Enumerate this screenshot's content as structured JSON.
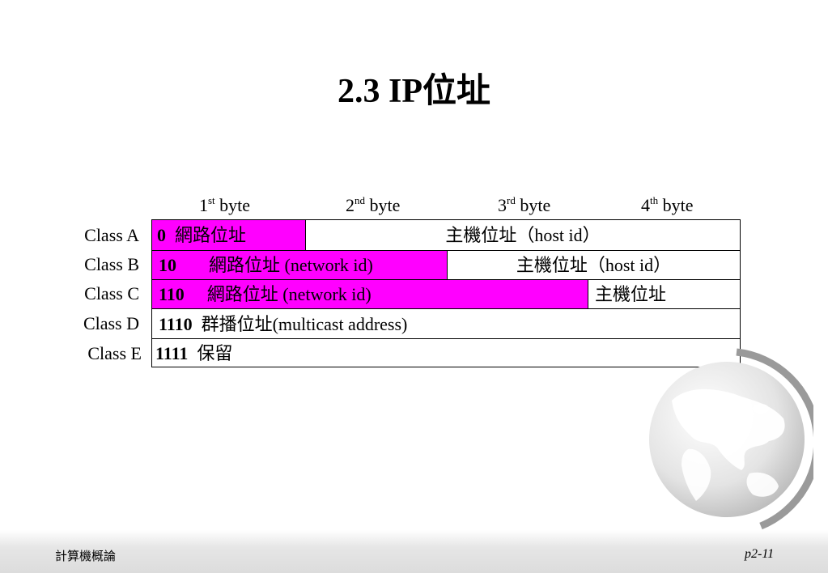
{
  "title": "2.3  IP位址",
  "byte_headers": [
    {
      "num": "1",
      "suffix": "st",
      "word": " byte"
    },
    {
      "num": "2",
      "suffix": "nd",
      "word": " byte"
    },
    {
      "num": "3",
      "suffix": "rd",
      "word": " byte"
    },
    {
      "num": "4",
      "suffix": "th",
      "word": " byte"
    }
  ],
  "classes": [
    {
      "label": "Class A",
      "bits": "0",
      "network": "網路位址",
      "host": "主機位址（host id）"
    },
    {
      "label": "Class B",
      "bits": "10",
      "network": "網路位址  (network id)",
      "host": "主機位址（host id）"
    },
    {
      "label": "Class C",
      "bits": "110",
      "network": "網路位址  (network id)",
      "host": "主機位址"
    },
    {
      "label": "Class D",
      "bits": "1110",
      "text": "群播位址(multicast address)"
    },
    {
      "label": "Class E",
      "bits": "1111",
      "text": "保留"
    }
  ],
  "colors": {
    "network_highlight": "#ff00ff"
  },
  "footer": {
    "left": "計算機概論",
    "right": "p2-11"
  }
}
